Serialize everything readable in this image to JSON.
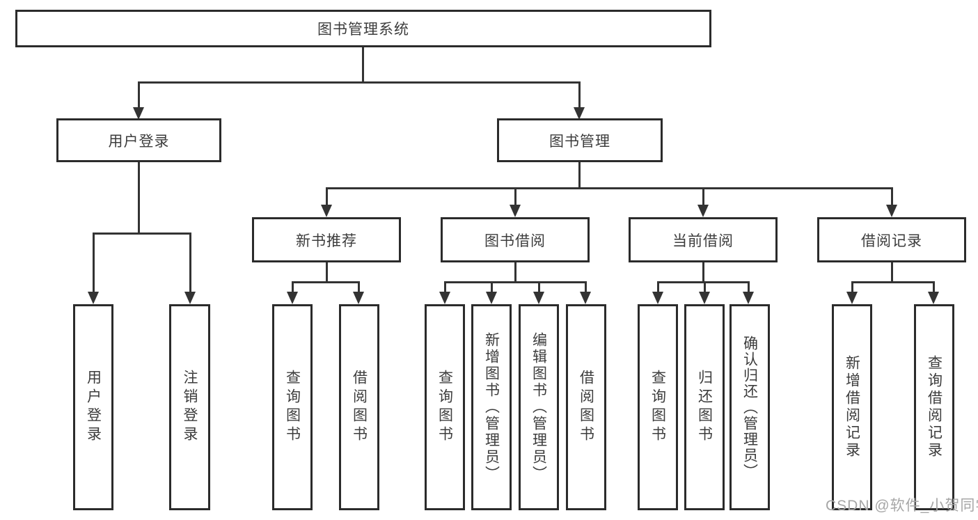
{
  "diagram": {
    "title": "图书管理系统",
    "level1": {
      "user_login": "用户登录",
      "book_mgmt": "图书管理"
    },
    "level2": {
      "new_book_rec": "新书推荐",
      "book_borrow": "图书借阅",
      "current_borrow": "当前借阅",
      "borrow_records": "借阅记录"
    },
    "leaves": {
      "user_login_leaf": "用户登录",
      "logout_leaf": "注销登录",
      "rec_query_book": "查询图书",
      "rec_borrow_book": "借阅图书",
      "bb_query_book": "查询图书",
      "bb_add_book": "新增图书（管理员）",
      "bb_edit_book": "编辑图书（管理员）",
      "bb_borrow_book": "借阅图书",
      "cb_query_book": "查询图书",
      "cb_return_book": "归还图书",
      "cb_confirm_return": "确认归还（管理员）",
      "br_add_record": "新增借阅记录",
      "br_query_record": "查询借阅记录"
    },
    "watermark": "CSDN @软件_小贺同学"
  },
  "colors": {
    "line": "#333333",
    "box_border": "#2b2b2b",
    "text": "#3c3c3c",
    "watermark": "#a6a6a6",
    "background": "#ffffff"
  }
}
